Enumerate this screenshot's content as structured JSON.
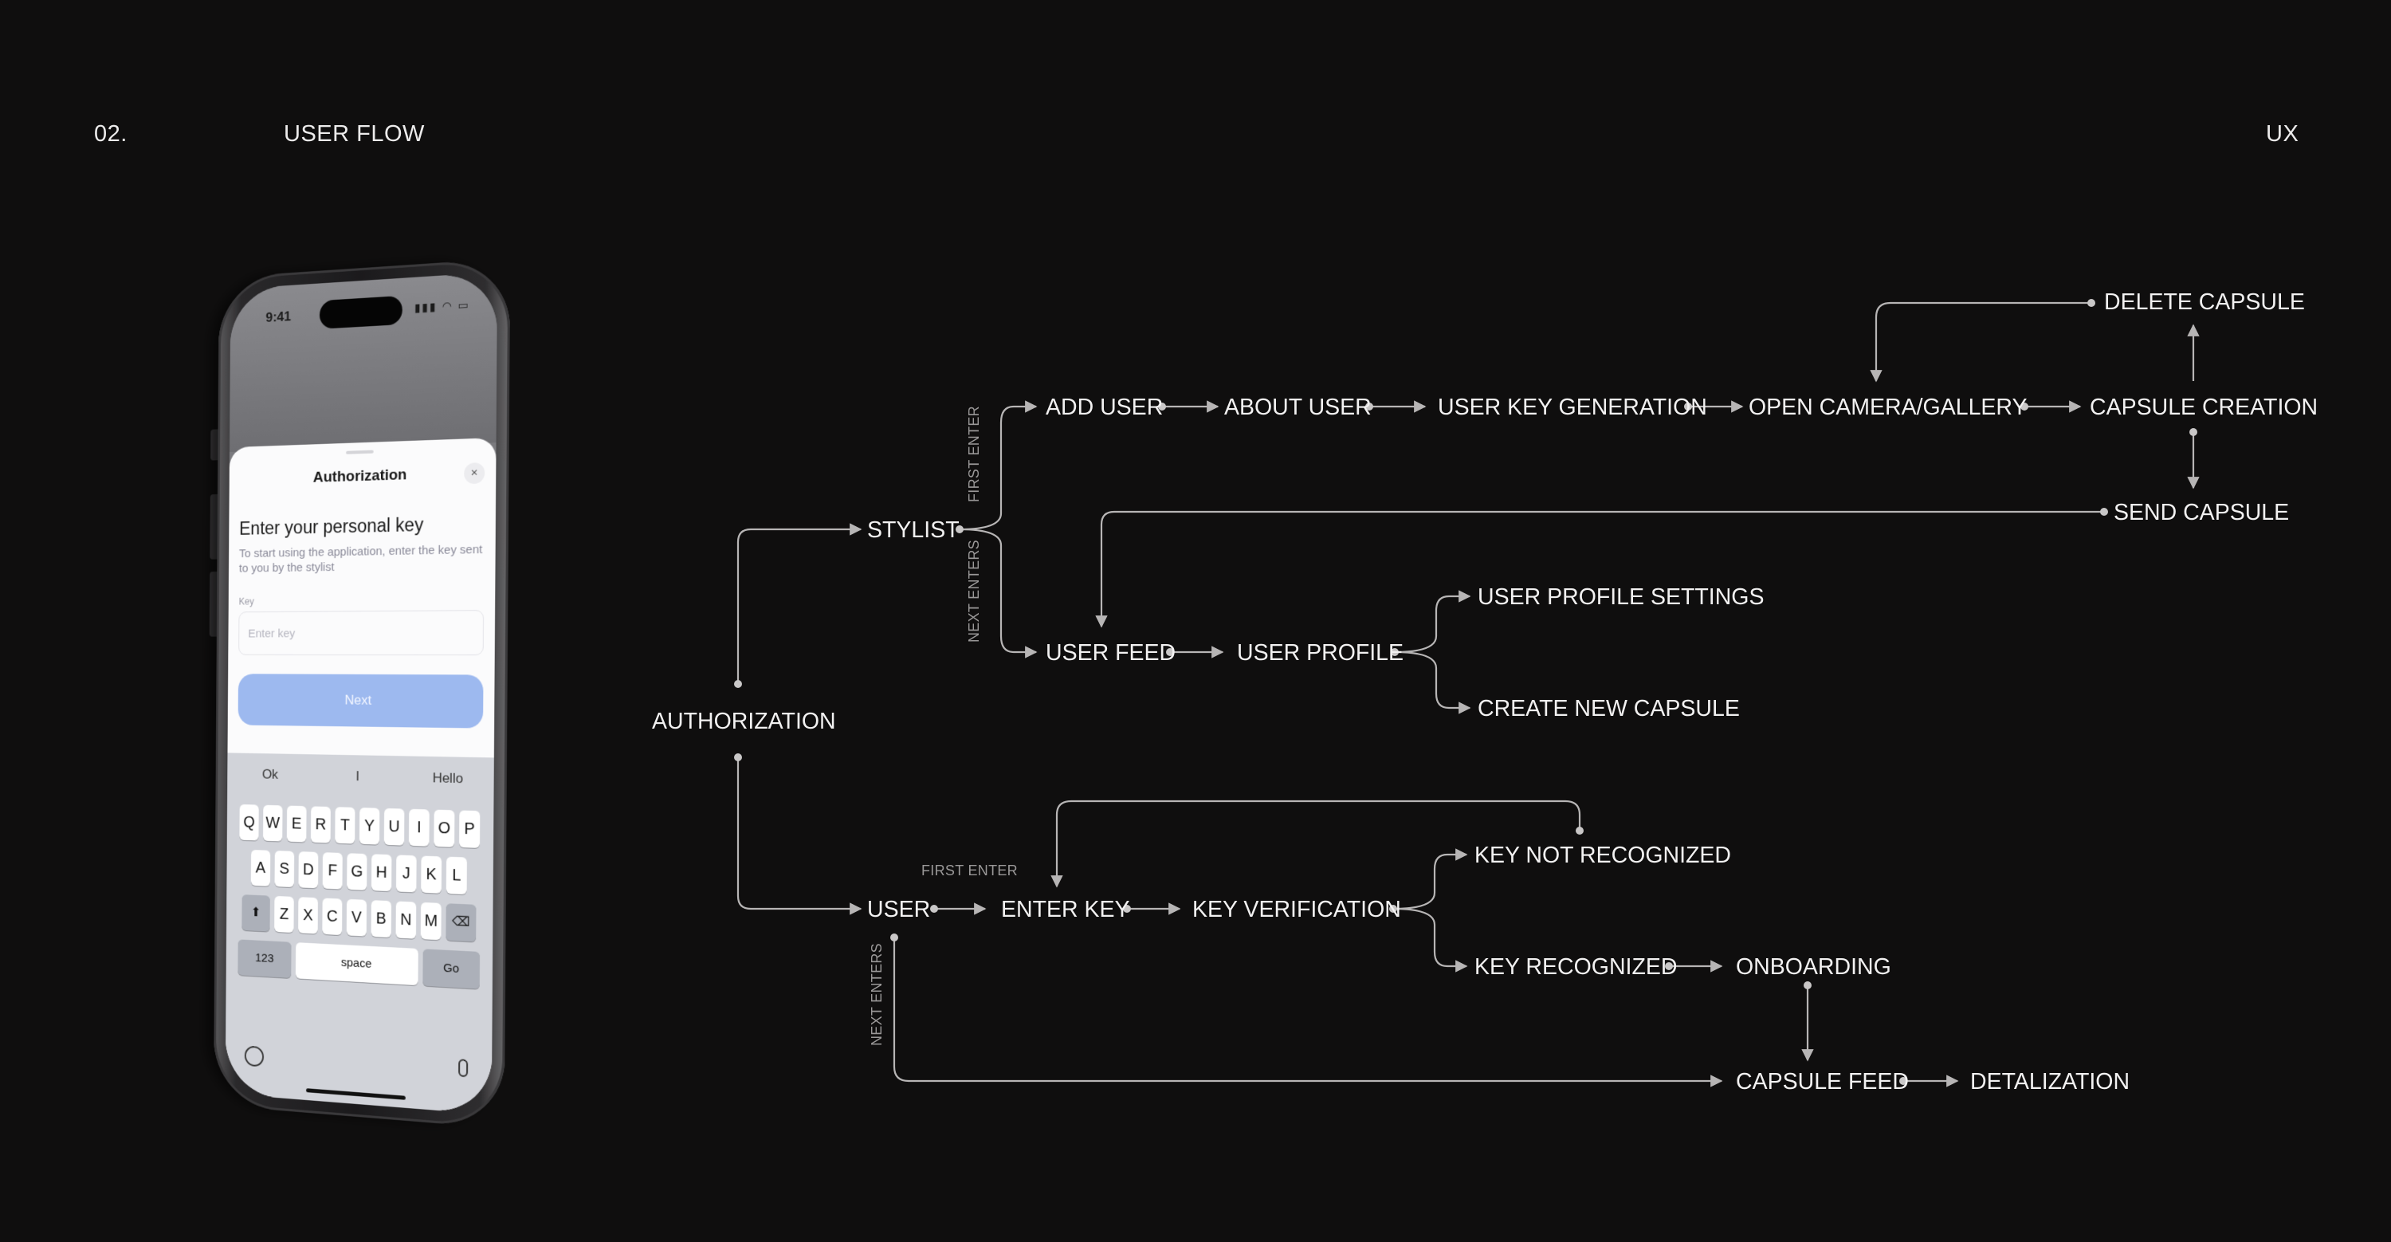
{
  "header": {
    "section_number": "02.",
    "section_title": "USER FLOW",
    "category": "UX"
  },
  "phone": {
    "status_time": "9:41",
    "sheet_title": "Authorization",
    "close_glyph": "×",
    "heading": "Enter your personal key",
    "description": "To start using the application, enter the key sent to you by the stylist",
    "key_label": "Key",
    "key_placeholder": "Enter key",
    "next_label": "Next",
    "suggestions": [
      "Ok",
      "I",
      "Hello"
    ],
    "keyboard_row1": [
      "Q",
      "W",
      "E",
      "R",
      "T",
      "Y",
      "U",
      "I",
      "O",
      "P"
    ],
    "keyboard_row2": [
      "A",
      "S",
      "D",
      "F",
      "G",
      "H",
      "J",
      "K",
      "L"
    ],
    "keyboard_row3": [
      "Z",
      "X",
      "C",
      "V",
      "B",
      "N",
      "M"
    ],
    "shift_glyph": "⬆",
    "backspace_glyph": "⌫",
    "numbers_key": "123",
    "space_key": "space",
    "go_key": "Go"
  },
  "flow": {
    "nodes": {
      "authorization": "AUTHORIZATION",
      "stylist": "STYLIST",
      "add_user": "ADD USER",
      "about_user": "ABOUT USER",
      "user_key_generation": "USER KEY GENERATION",
      "open_camera_gallery": "OPEN CAMERA/GALLERY",
      "capsule_creation": "CAPSULE CREATION",
      "delete_capsule": "DELETE CAPSULE",
      "send_capsule": "SEND CAPSULE",
      "user_feed": "USER FEED",
      "user_profile": "USER PROFILE",
      "user_profile_settings": "USER PROFILE SETTINGS",
      "create_new_capsule": "CREATE NEW CAPSULE",
      "user": "USER",
      "enter_key": "ENTER KEY",
      "key_verification": "KEY VERIFICATION",
      "key_not_recognized": "KEY NOT RECOGNIZED",
      "key_recognized": "KEY RECOGNIZED",
      "onboarding": "ONBOARDING",
      "capsule_feed": "CAPSULE FEED",
      "detalization": "DETALIZATION"
    },
    "notes": {
      "stylist_first_enter": "FIRST ENTER",
      "stylist_next_enters": "NEXT ENTERS",
      "user_first_enter": "FIRST ENTER",
      "user_next_enters": "NEXT ENTERS"
    }
  }
}
